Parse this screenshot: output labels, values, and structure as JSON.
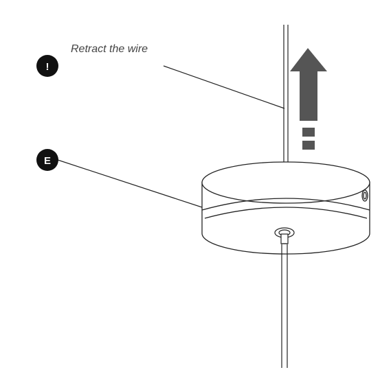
{
  "instruction": {
    "caption": "Retract the wire"
  },
  "badges": {
    "warning": {
      "label": "!",
      "color": "#111111"
    },
    "part": {
      "label": "E",
      "color": "#111111"
    }
  },
  "arrow": {
    "direction": "up",
    "color": "#555555"
  },
  "colors": {
    "line": "#222222",
    "fill": "#ffffff"
  }
}
